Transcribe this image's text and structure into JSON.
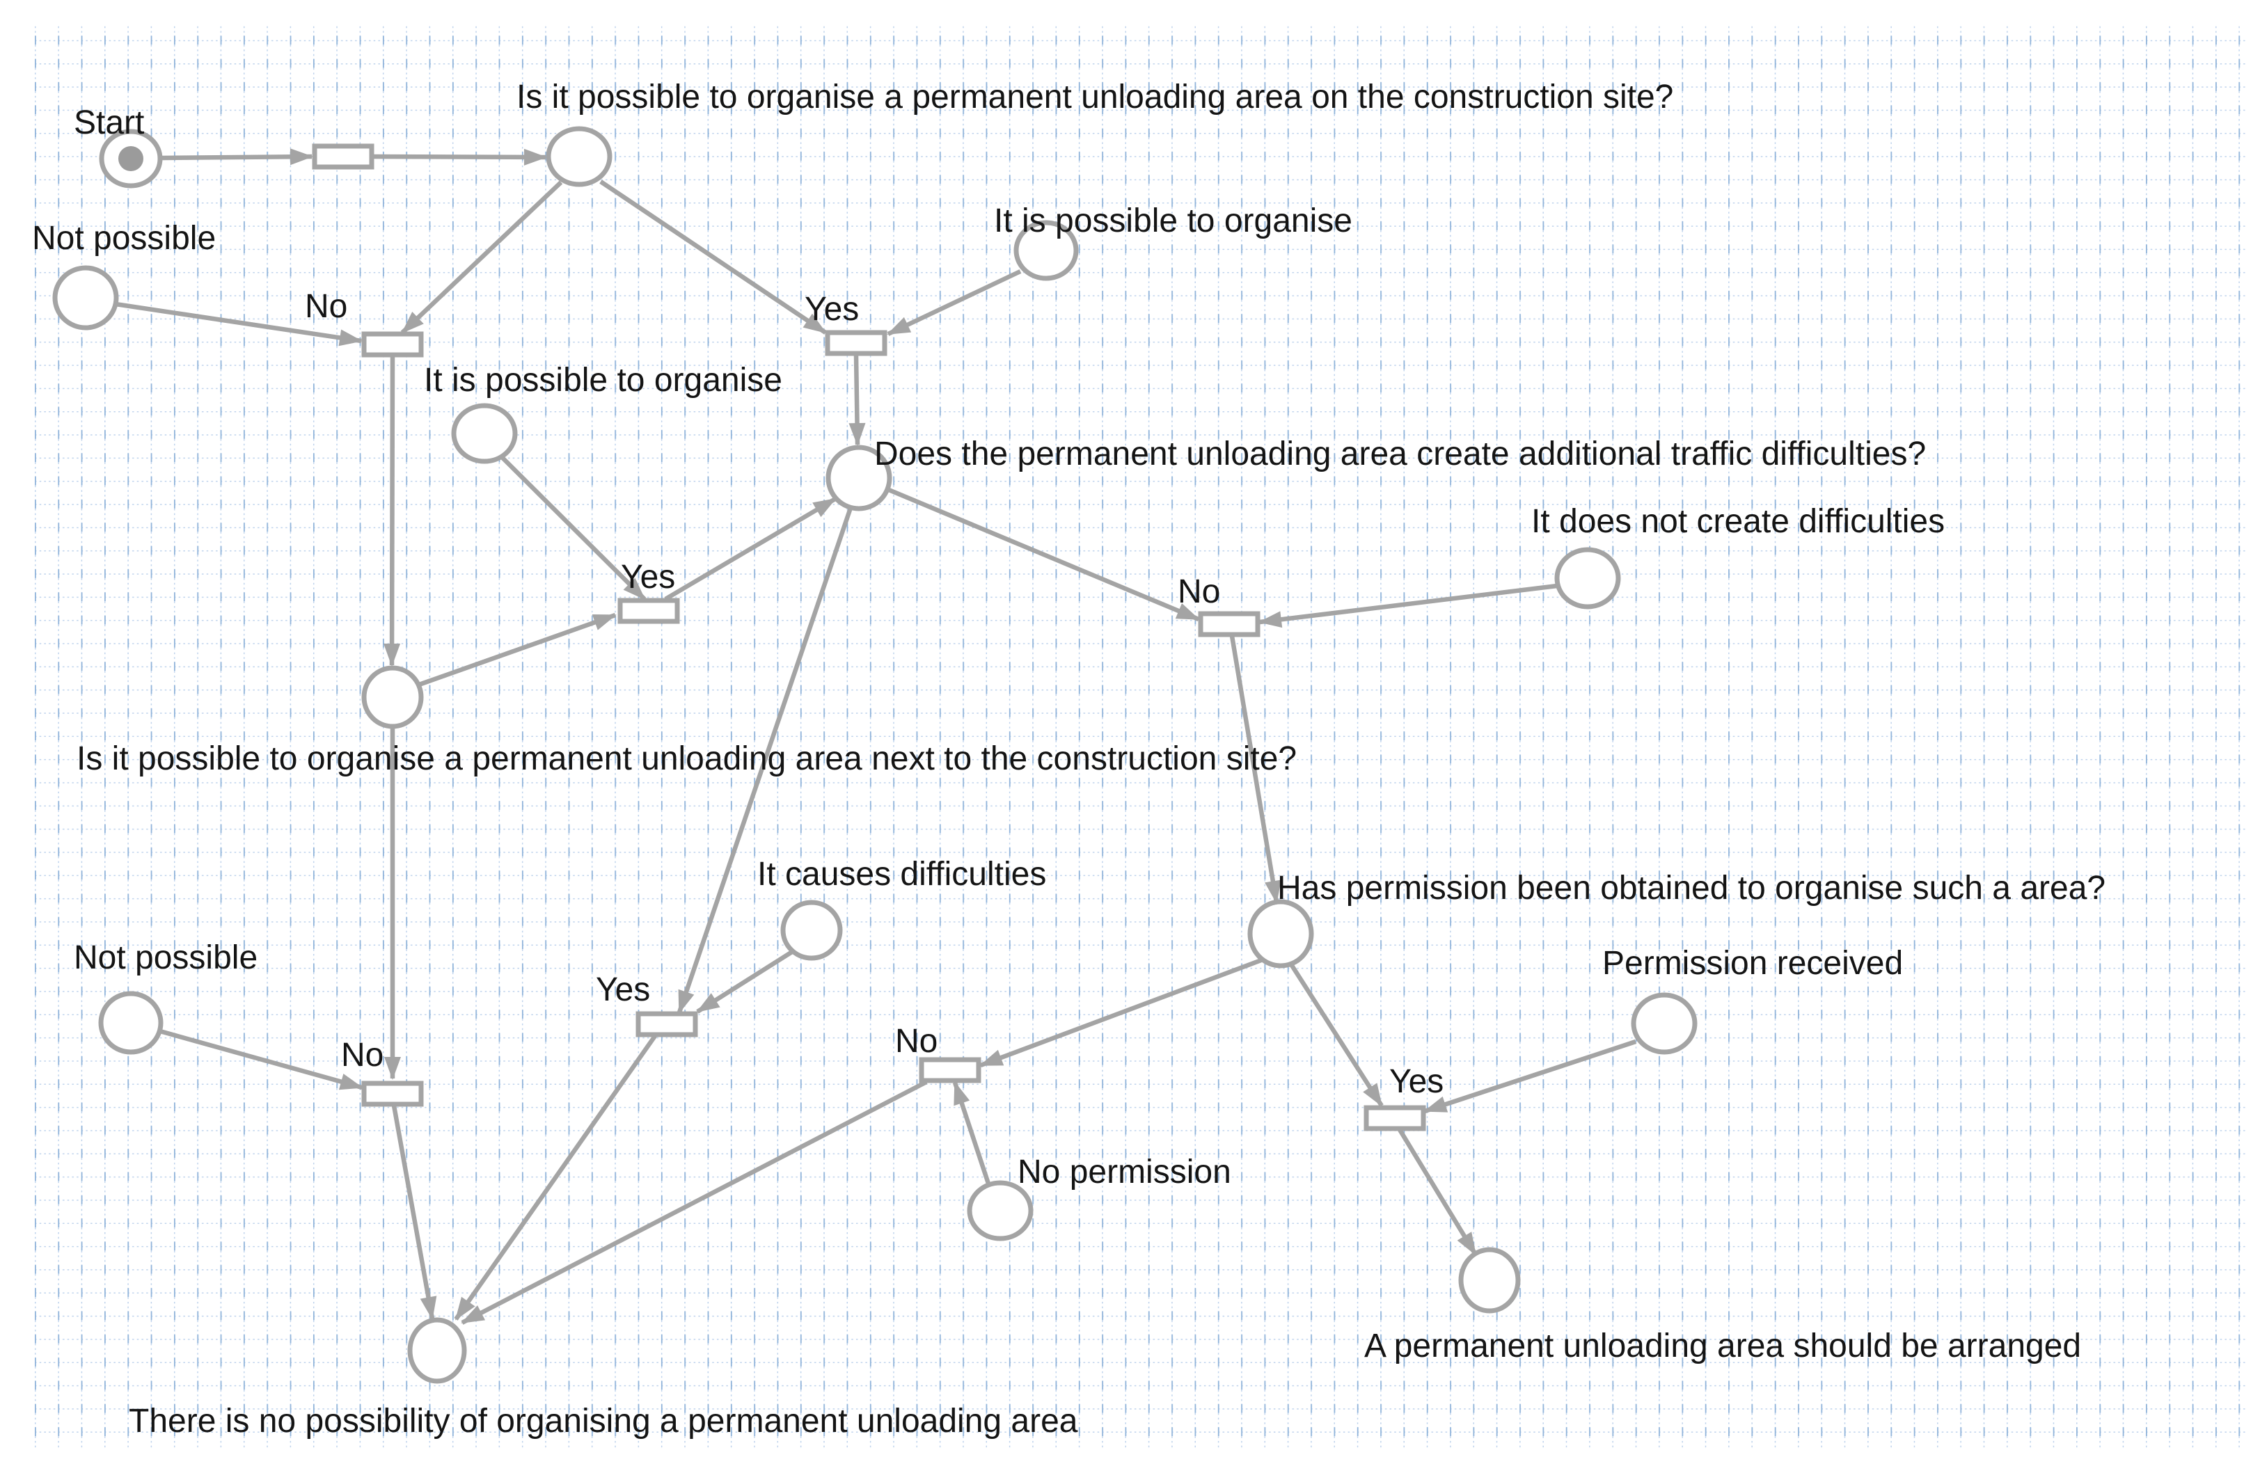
{
  "diagram_type": "petri-net",
  "colors": {
    "background": "#ffffff",
    "grid_line": "#bdd2ec",
    "grid_tick": "#8fb3da",
    "node_stroke": "#a4a4a4",
    "node_fill": "#ffffff",
    "arc": "#a4a4a4",
    "token": "#9b9b9b",
    "label_text": "#141414"
  },
  "labels": {
    "start": "Start",
    "q_site": "Is it possible to organise a permanent unloading area on the construction site?",
    "not_possible_1": "Not possible",
    "possible_1": "It is possible to organise",
    "no_1": "No",
    "yes_1": "Yes",
    "possible_2": "It is possible to organise",
    "q_traffic": "Does the permanent unloading area create additional traffic difficulties?",
    "no_difficulties": "It does not create difficulties",
    "no_2": "No",
    "yes_2": "Yes",
    "q_next_to": "Is it possible to organise a permanent unloading area next to the construction site?",
    "causes_difficulties": "It causes difficulties",
    "yes_3": "Yes",
    "not_possible_2": "Not possible",
    "no_3": "No",
    "q_permission": "Has permission been obtained to organise such a area?",
    "permission_received": "Permission received",
    "no_permission": "No permission",
    "no_4": "No",
    "yes_4": "Yes",
    "no_possibility": "There is no possibility of organising a permanent unloading area",
    "arranged": "A permanent unloading area should be arranged"
  },
  "net": {
    "places": [
      {
        "id": "p_start",
        "label": "Start",
        "tokens": 1
      },
      {
        "id": "p_q_site",
        "label": "Is it possible to organise a permanent unloading area on the construction site?",
        "tokens": 0
      },
      {
        "id": "p_not_possible_1",
        "label": "Not possible",
        "tokens": 0
      },
      {
        "id": "p_possible_1",
        "label": "It is possible to organise",
        "tokens": 0
      },
      {
        "id": "p_possible_2",
        "label": "It is possible to organise",
        "tokens": 0
      },
      {
        "id": "p_q_traffic",
        "label": "Does the permanent unloading area create additional traffic difficulties?",
        "tokens": 0
      },
      {
        "id": "p_no_difficulties",
        "label": "It does not create difficulties",
        "tokens": 0
      },
      {
        "id": "p_q_next_to",
        "label": "Is it possible to organise a permanent unloading area next to the construction site?",
        "tokens": 0
      },
      {
        "id": "p_causes_difficulties",
        "label": "It causes difficulties",
        "tokens": 0
      },
      {
        "id": "p_q_permission",
        "label": "Has permission been obtained to organise such a area?",
        "tokens": 0
      },
      {
        "id": "p_permission_received",
        "label": "Permission received",
        "tokens": 0
      },
      {
        "id": "p_no_permission",
        "label": "No permission",
        "tokens": 0
      },
      {
        "id": "p_not_possible_2",
        "label": "Not possible",
        "tokens": 0
      },
      {
        "id": "p_no_possibility",
        "label": "There is no possibility of organising a permanent unloading area",
        "tokens": 0
      },
      {
        "id": "p_arranged",
        "label": "A permanent unloading area should be arranged",
        "tokens": 0
      }
    ],
    "transitions": [
      {
        "id": "t_start",
        "label": ""
      },
      {
        "id": "t_no_1",
        "label": "No"
      },
      {
        "id": "t_yes_1",
        "label": "Yes"
      },
      {
        "id": "t_yes_2",
        "label": "Yes"
      },
      {
        "id": "t_no_2",
        "label": "No"
      },
      {
        "id": "t_yes_3",
        "label": "Yes"
      },
      {
        "id": "t_no_3",
        "label": "No"
      },
      {
        "id": "t_no_4",
        "label": "No"
      },
      {
        "id": "t_yes_4",
        "label": "Yes"
      }
    ],
    "arcs": [
      [
        "p_start",
        "t_start"
      ],
      [
        "t_start",
        "p_q_site"
      ],
      [
        "p_q_site",
        "t_no_1"
      ],
      [
        "p_not_possible_1",
        "t_no_1"
      ],
      [
        "p_q_site",
        "t_yes_1"
      ],
      [
        "p_possible_1",
        "t_yes_1"
      ],
      [
        "t_yes_1",
        "p_q_traffic"
      ],
      [
        "t_no_1",
        "p_q_next_to"
      ],
      [
        "p_q_next_to",
        "t_yes_2"
      ],
      [
        "p_possible_2",
        "t_yes_2"
      ],
      [
        "t_yes_2",
        "p_q_traffic"
      ],
      [
        "p_q_traffic",
        "t_yes_3"
      ],
      [
        "p_q_traffic",
        "t_no_2"
      ],
      [
        "p_no_difficulties",
        "t_no_2"
      ],
      [
        "t_no_2",
        "p_q_permission"
      ],
      [
        "p_q_permission",
        "t_no_4"
      ],
      [
        "p_no_permission",
        "t_no_4"
      ],
      [
        "t_no_4",
        "p_no_possibility"
      ],
      [
        "p_q_permission",
        "t_yes_4"
      ],
      [
        "p_permission_received",
        "t_yes_4"
      ],
      [
        "t_yes_4",
        "p_arranged"
      ],
      [
        "p_causes_difficulties",
        "t_yes_3"
      ],
      [
        "t_yes_3",
        "p_no_possibility"
      ],
      [
        "t_no_3",
        "p_no_possibility"
      ],
      [
        "p_q_next_to",
        "t_no_3"
      ],
      [
        "p_not_possible_2",
        "t_no_3"
      ]
    ]
  }
}
